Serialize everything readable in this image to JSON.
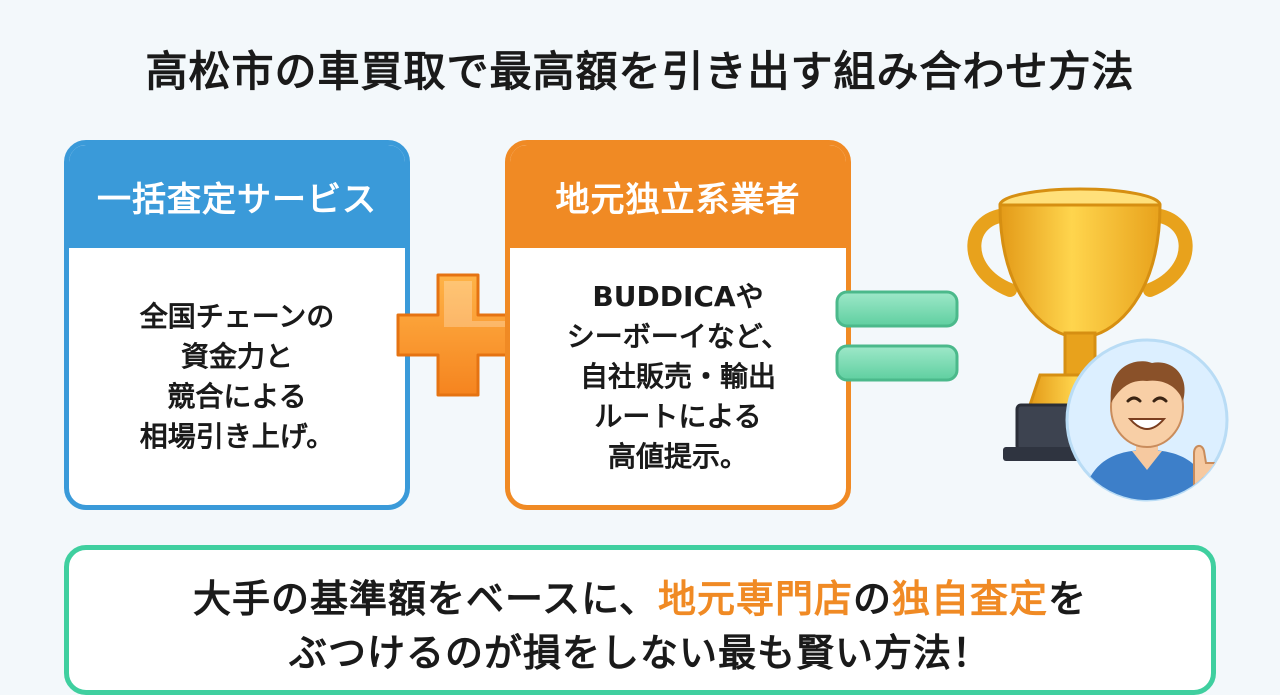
{
  "title": "高松市の車買取で最高額を引き出す組み合わせ方法",
  "cards": [
    {
      "header": "一括査定サービス",
      "body": "全国チェーンの\n資金力と\n競合による\n相場引き上げ。"
    },
    {
      "header": "地元独立系業者",
      "body": "BUDDICAや\nシーボーイなど、\n自社販売・輸出\nルートによる\n高値提示。"
    }
  ],
  "conclusion": {
    "line1_a": "大手の基準額をベースに、",
    "line1_b": "地元専門店",
    "line1_c": "の",
    "line1_d": "独自査定",
    "line1_e": "を",
    "line2": "ぶつけるのが損をしない最も賢い方法！"
  },
  "icons": {
    "plus": "plus-icon",
    "equals": "equals-icon",
    "trophy": "trophy-icon",
    "avatar": "smiling-man-thumbs-up-icon"
  },
  "colors": {
    "blue": "#3a9ad9",
    "orange": "#f08a24",
    "green": "#3fcf9f",
    "gold": "#f2b632"
  }
}
